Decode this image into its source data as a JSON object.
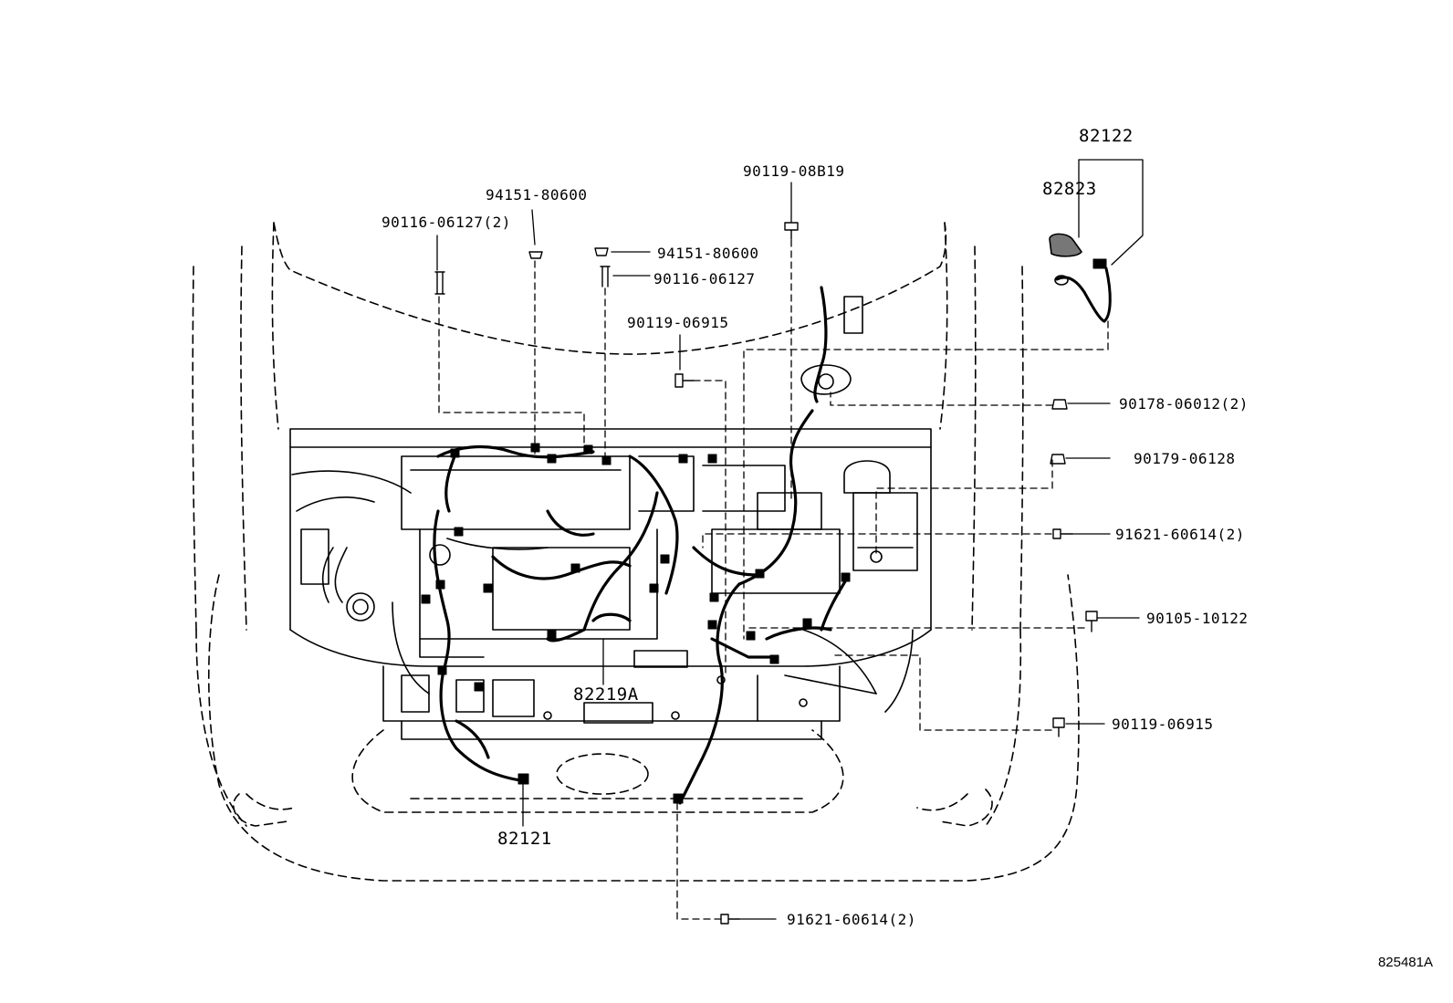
{
  "diagram": {
    "figure_id": "825481A",
    "callouts": [
      {
        "id": "82122",
        "text": "82122"
      },
      {
        "id": "82823",
        "text": "82823"
      },
      {
        "id": "90119-08B19",
        "text": "90119-08B19"
      },
      {
        "id": "94151-80600-a",
        "text": "94151-80600"
      },
      {
        "id": "90116-06127-2",
        "text": "90116-06127(2)"
      },
      {
        "id": "94151-80600-b",
        "text": "94151-80600"
      },
      {
        "id": "90116-06127",
        "text": "90116-06127"
      },
      {
        "id": "90119-06915-a",
        "text": "90119-06915"
      },
      {
        "id": "90178-06012-2",
        "text": "90178-06012(2)"
      },
      {
        "id": "90179-06128",
        "text": "90179-06128"
      },
      {
        "id": "91621-60614-2-a",
        "text": "91621-60614(2)"
      },
      {
        "id": "90105-10122",
        "text": "90105-10122"
      },
      {
        "id": "90119-06915-b",
        "text": "90119-06915"
      },
      {
        "id": "82219A",
        "text": "82219A"
      },
      {
        "id": "82121",
        "text": "82121"
      },
      {
        "id": "91621-60614-2-b",
        "text": "91621-60614(2)"
      }
    ]
  }
}
